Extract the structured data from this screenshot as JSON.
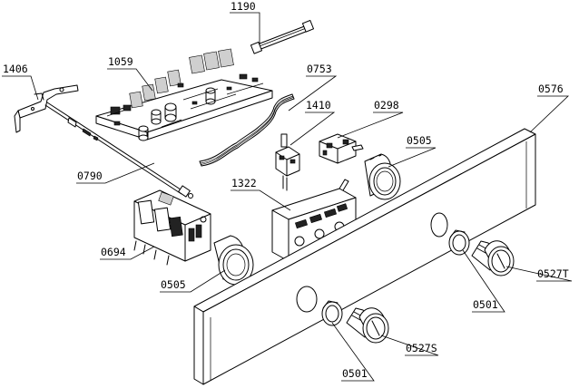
{
  "parts": [
    {
      "id": "1190",
      "label": "1190"
    },
    {
      "id": "1406",
      "label": "1406"
    },
    {
      "id": "1059",
      "label": "1059"
    },
    {
      "id": "0753",
      "label": "0753"
    },
    {
      "id": "1410",
      "label": "1410"
    },
    {
      "id": "0298",
      "label": "0298"
    },
    {
      "id": "0576",
      "label": "0576"
    },
    {
      "id": "0505a",
      "label": "0505"
    },
    {
      "id": "0790",
      "label": "0790"
    },
    {
      "id": "1322",
      "label": "1322"
    },
    {
      "id": "0694",
      "label": "0694"
    },
    {
      "id": "0505b",
      "label": "0505"
    },
    {
      "id": "0527T",
      "label": "0527T"
    },
    {
      "id": "0501a",
      "label": "0501"
    },
    {
      "id": "0527S",
      "label": "0527S"
    },
    {
      "id": "0501b",
      "label": "0501"
    }
  ]
}
